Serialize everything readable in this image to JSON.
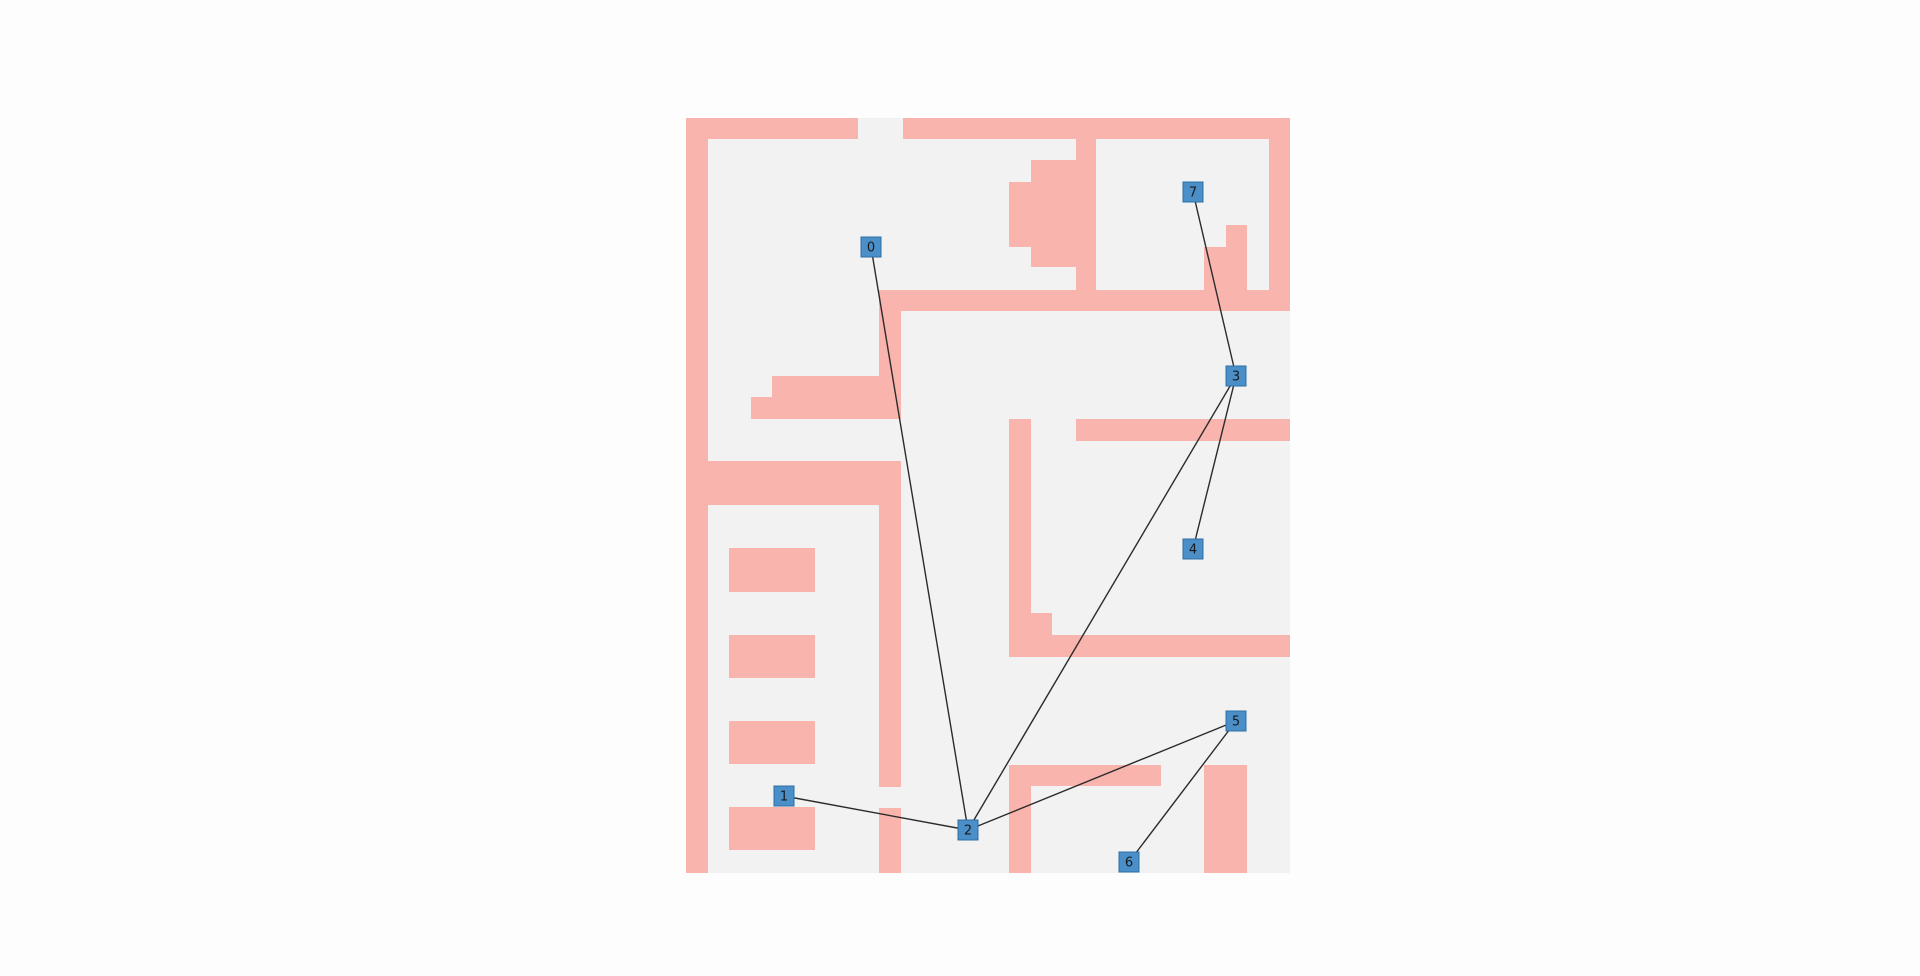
{
  "colors": {
    "page_background": "#fdfdfd",
    "floor": "#f2f2f2",
    "wall": "#f9b4ae",
    "node_fill": "#4a8fc8",
    "node_stroke": "#2f6ea5",
    "edge": "#2b2b2b"
  },
  "nodes": [
    {
      "id": "0",
      "label": "0"
    },
    {
      "id": "1",
      "label": "1"
    },
    {
      "id": "2",
      "label": "2"
    },
    {
      "id": "3",
      "label": "3"
    },
    {
      "id": "4",
      "label": "4"
    },
    {
      "id": "5",
      "label": "5"
    },
    {
      "id": "6",
      "label": "6"
    },
    {
      "id": "7",
      "label": "7"
    }
  ],
  "edges": [
    [
      "0",
      "2"
    ],
    [
      "1",
      "2"
    ],
    [
      "2",
      "3"
    ],
    [
      "2",
      "5"
    ],
    [
      "3",
      "7"
    ],
    [
      "3",
      "4"
    ],
    [
      "5",
      "6"
    ]
  ]
}
